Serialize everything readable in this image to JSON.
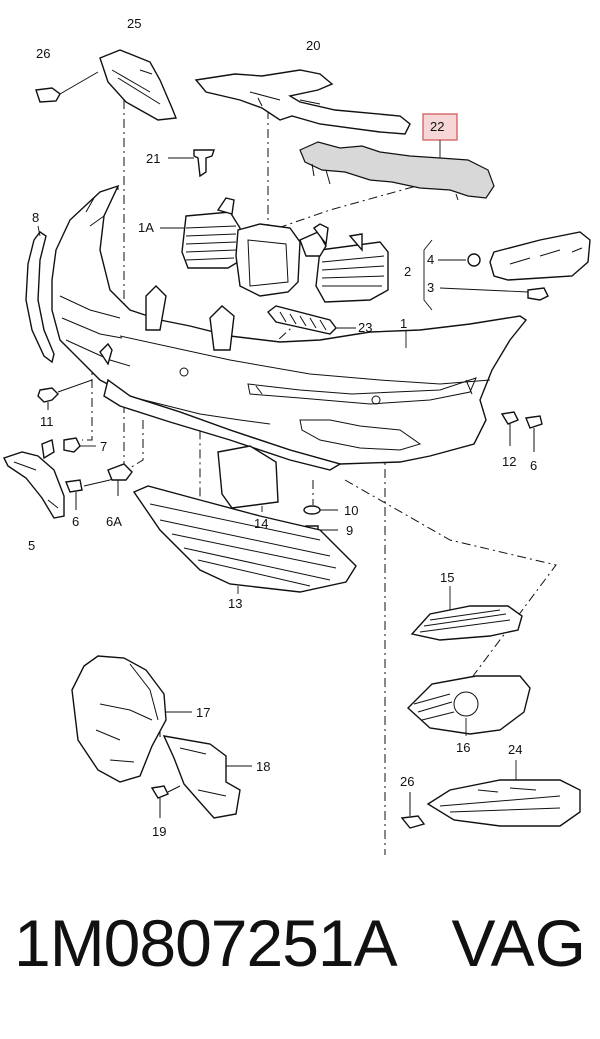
{
  "diagram": {
    "callouts": [
      {
        "id": "c25",
        "label": "25"
      },
      {
        "id": "c26a",
        "label": "26"
      },
      {
        "id": "c20",
        "label": "20"
      },
      {
        "id": "c22",
        "label": "22",
        "highlighted": true
      },
      {
        "id": "c21",
        "label": "21"
      },
      {
        "id": "c8",
        "label": "8"
      },
      {
        "id": "c1a",
        "label": "1A"
      },
      {
        "id": "c4",
        "label": "4"
      },
      {
        "id": "c2",
        "label": "2"
      },
      {
        "id": "c3",
        "label": "3"
      },
      {
        "id": "c23",
        "label": "23"
      },
      {
        "id": "c1",
        "label": "1"
      },
      {
        "id": "c11",
        "label": "11"
      },
      {
        "id": "c7",
        "label": "7"
      },
      {
        "id": "c12",
        "label": "12"
      },
      {
        "id": "c6a",
        "label": "6"
      },
      {
        "id": "c5",
        "label": "5"
      },
      {
        "id": "c6b",
        "label": "6"
      },
      {
        "id": "c6A",
        "label": "6A"
      },
      {
        "id": "c14",
        "label": "14"
      },
      {
        "id": "c10",
        "label": "10"
      },
      {
        "id": "c9",
        "label": "9"
      },
      {
        "id": "c13",
        "label": "13"
      },
      {
        "id": "c15",
        "label": "15"
      },
      {
        "id": "c16",
        "label": "16"
      },
      {
        "id": "c17",
        "label": "17"
      },
      {
        "id": "c18",
        "label": "18"
      },
      {
        "id": "c24",
        "label": "24"
      },
      {
        "id": "c26b",
        "label": "26"
      },
      {
        "id": "c19",
        "label": "19"
      }
    ],
    "colors": {
      "highlight_fill": "#f6d6d6",
      "highlight_stroke": "#d05050"
    }
  },
  "footer": {
    "part_number": "1M0807251A",
    "brand": "VAG"
  }
}
